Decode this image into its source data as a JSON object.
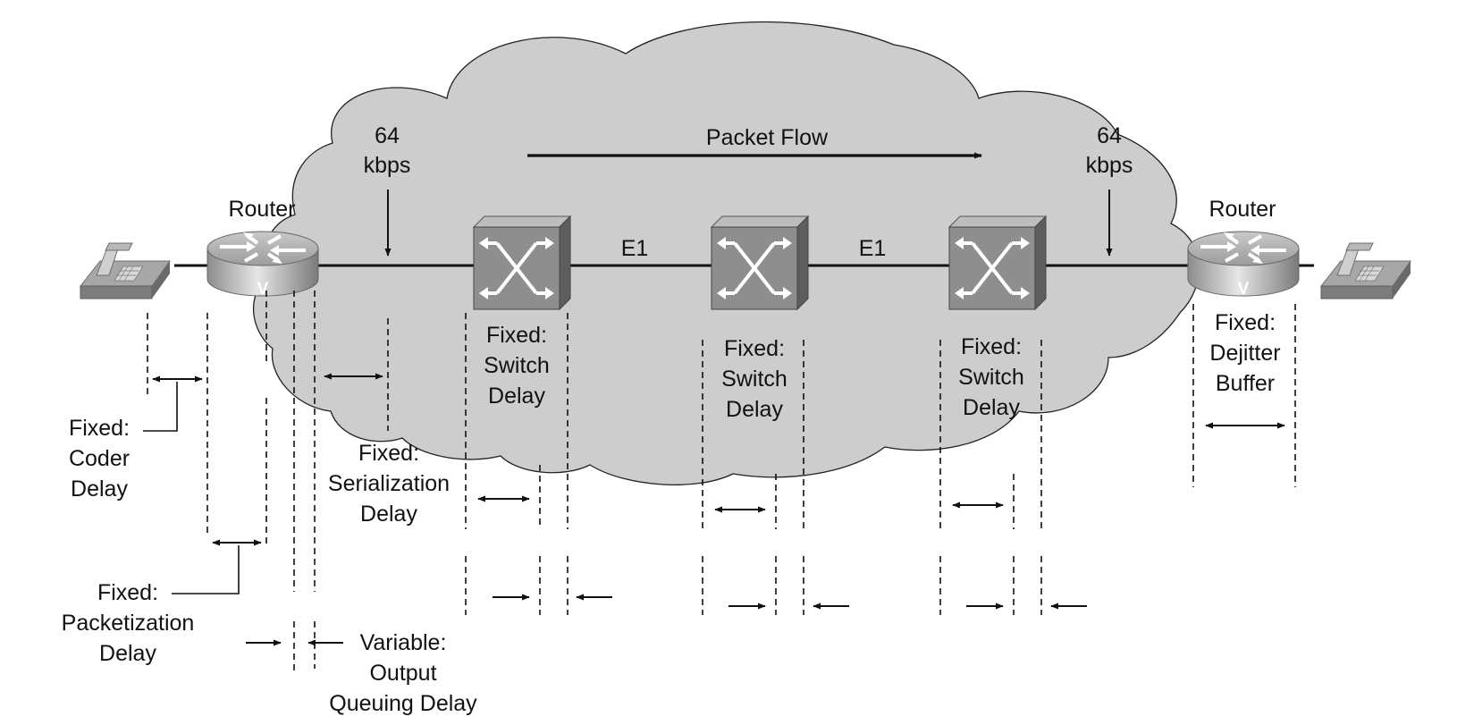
{
  "routers": {
    "left_label": "Router",
    "right_label": "Router",
    "emblem": "V"
  },
  "links": {
    "left_speed": [
      "64",
      "kbps"
    ],
    "right_speed": [
      "64",
      "kbps"
    ],
    "trunk_1": "E1",
    "trunk_2": "E1"
  },
  "flow": {
    "label": "Packet Flow"
  },
  "delays": {
    "coder": [
      "Fixed:",
      "Coder",
      "Delay"
    ],
    "packetization": [
      "Fixed:",
      "Packetization",
      "Delay"
    ],
    "serialization": [
      "Fixed:",
      "Serialization",
      "Delay"
    ],
    "queuing": [
      "Variable:",
      "Output",
      "Queuing Delay"
    ],
    "switch_1": [
      "Fixed:",
      "Switch",
      "Delay"
    ],
    "switch_2": [
      "Fixed:",
      "Switch",
      "Delay"
    ],
    "switch_3": [
      "Fixed:",
      "Switch",
      "Delay"
    ],
    "dejitter": [
      "Fixed:",
      "Dejitter",
      "Buffer"
    ]
  },
  "icons": {
    "phone": "telephone-icon",
    "router": "router-icon",
    "switch": "atm-switch-icon"
  }
}
